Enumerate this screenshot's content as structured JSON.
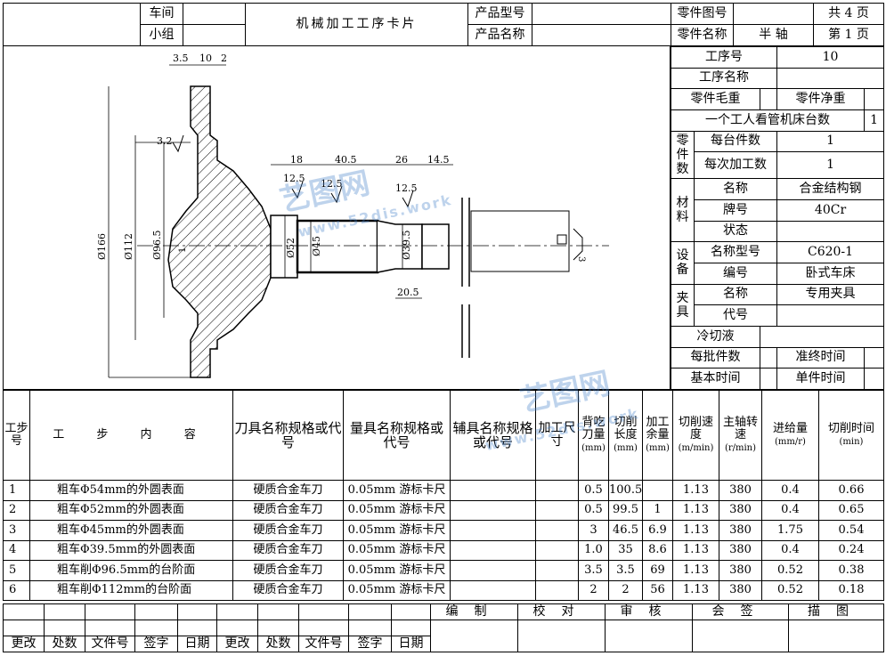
{
  "header": {
    "workshop_label": "车间",
    "group_label": "小组",
    "title": "机械加工工序卡片",
    "product_model_label": "产品型号",
    "product_name_label": "产品名称",
    "part_drawing_label": "零件图号",
    "part_name_label": "零件名称",
    "part_name_value": "半  轴",
    "total_pages": "共 4 页",
    "page_no": "第 1 页"
  },
  "drawing": {
    "dims": {
      "d1": "3.5",
      "d2": "10",
      "d3": "2",
      "d4": "3.2",
      "d5": "18",
      "d6": "40.5",
      "d7": "26",
      "d8": "14.5",
      "r1": "12.5",
      "r2": "12.5",
      "r3": "12.5",
      "dia166": "Ø166",
      "dia112": "Ø112",
      "dia965": "Ø96.5",
      "dia52": "Ø52",
      "dia45": "Ø45",
      "dia395": "Ø39.5",
      "d205": "20.5",
      "d3b": "3",
      "m1": "1"
    }
  },
  "side": {
    "op_no_label": "工序号",
    "op_no_value": "10",
    "op_name_label": "工序名称",
    "gross_weight_label": "零件毛重",
    "net_weight_label": "零件净重",
    "machines_label": "一个工人看管机床台数",
    "machines_value": "1",
    "parts_count_label": "零件数",
    "per_machine_label": "每台件数",
    "per_machine_value": "1",
    "per_process_label": "每次加工数",
    "per_process_value": "1",
    "material_label": "材料",
    "name_label": "名称",
    "name_value": "合金结构钢",
    "grade_label": "牌号",
    "grade_value": "40Cr",
    "state_label": "状态",
    "equipment_label": "设备",
    "model_label": "名称型号",
    "model_value": "C620-1",
    "code_label": "编号",
    "code_value": "卧式车床",
    "fixture_label": "夹具",
    "fixture_name_label": "名称",
    "fixture_name_value": "专用夹具",
    "fixture_code_label": "代号",
    "coolant_label": "冷切液",
    "batch_label": "每批件数",
    "prep_time_label": "准终时间",
    "basic_time_label": "基本时间",
    "unit_time_label": "单件时间"
  },
  "steps": {
    "headers": {
      "step_no": "工步号",
      "content": "工 步 内 容",
      "tool": "刀具名称规格或代号",
      "gauge": "量具名称规格或代号",
      "aux": "辅具名称规格或代号",
      "size": "加工尺寸",
      "depth": "背吃刀量",
      "depth_unit": "(mm)",
      "cut_len": "切削长度",
      "cut_len_unit": "(mm)",
      "allowance": "加工余量",
      "allowance_unit": "(mm)",
      "speed": "切削速度",
      "speed_unit": "(m/min)",
      "rpm": "主轴转速",
      "rpm_unit": "(r/min)",
      "feed": "进给量",
      "feed_unit": "(mm/r)",
      "time": "切削时间",
      "time_unit": "(min)"
    },
    "rows": [
      {
        "no": "1",
        "content": "粗车Φ54mm的外圆表面",
        "tool": "硬质合金车刀",
        "gauge": "0.05mm 游标卡尺",
        "aux": "",
        "size": "",
        "depth": "0.5",
        "len": "100.5",
        "allow": "",
        "speed": "1.13",
        "rpm": "380",
        "feed": "0.4",
        "time": "0.66"
      },
      {
        "no": "2",
        "content": "粗车Φ52mm的外圆表面",
        "tool": "硬质合金车刀",
        "gauge": "0.05mm 游标卡尺",
        "aux": "",
        "size": "",
        "depth": "0.5",
        "len": "99.5",
        "allow": "1",
        "speed": "1.13",
        "rpm": "380",
        "feed": "0.4",
        "time": "0.65"
      },
      {
        "no": "3",
        "content": "粗车Φ45mm的外圆表面",
        "tool": "硬质合金车刀",
        "gauge": "0.05mm 游标卡尺",
        "aux": "",
        "size": "",
        "depth": "3",
        "len": "46.5",
        "allow": "6.9",
        "speed": "1.13",
        "rpm": "380",
        "feed": "1.75",
        "time": "0.54"
      },
      {
        "no": "4",
        "content": "粗车Φ39.5mm的外圆表面",
        "tool": "硬质合金车刀",
        "gauge": "0.05mm 游标卡尺",
        "aux": "",
        "size": "",
        "depth": "1.0",
        "len": "35",
        "allow": "8.6",
        "speed": "1.13",
        "rpm": "380",
        "feed": "0.4",
        "time": "0.24"
      },
      {
        "no": "5",
        "content": "粗车削Φ96.5mm的台阶面",
        "tool": "硬质合金车刀",
        "gauge": "0.05mm 游标卡尺",
        "aux": "",
        "size": "",
        "depth": "3.5",
        "len": "3.5",
        "allow": "69",
        "speed": "1.13",
        "rpm": "380",
        "feed": "0.52",
        "time": "0.38"
      },
      {
        "no": "6",
        "content": "粗车削Φ112mm的台阶面",
        "tool": "硬质合金车刀",
        "gauge": "0.05mm 游标卡尺",
        "aux": "",
        "size": "",
        "depth": "2",
        "len": "2",
        "allow": "56",
        "speed": "1.13",
        "rpm": "380",
        "feed": "0.52",
        "time": "0.18"
      }
    ]
  },
  "footer": {
    "compile": "编制",
    "check": "校对",
    "audit": "审核",
    "sign": "会签",
    "trace": "描图",
    "change": "更改",
    "place": "处数",
    "file_no": "文件号",
    "signature": "签字",
    "date": "日期"
  },
  "watermark": {
    "brand": "艺图网",
    "url": "www.52dis.work"
  }
}
